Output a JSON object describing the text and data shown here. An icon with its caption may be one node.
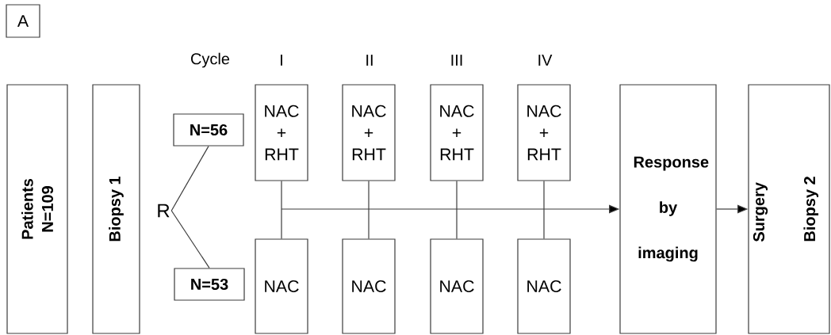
{
  "diagram": {
    "nodes": [
      {
        "text": [
          "A"
        ]
      },
      {
        "text": [
          "Patients N=109"
        ]
      },
      {
        "text": [
          "Biopsy 1"
        ]
      },
      {
        "text": [
          "R"
        ]
      },
      {
        "text": [
          "N=56"
        ]
      },
      {
        "text": [
          "N=53"
        ]
      },
      {
        "text": [
          "NAC + RHT"
        ]
      },
      {
        "text": [
          "NAC + RHT"
        ]
      },
      {
        "text": [
          "NAC + RHT"
        ]
      },
      {
        "text": [
          "NAC + RHT"
        ]
      },
      {
        "text": [
          "NAC"
        ]
      },
      {
        "text": [
          "NAC"
        ]
      },
      {
        "text": [
          "NAC"
        ]
      },
      {
        "text": [
          "NAC"
        ]
      },
      {
        "text": [
          "Response by imaging"
        ]
      },
      {
        "text": [
          "Surgery",
          "Biopsy 2"
        ]
      }
    ],
    "edges": [
      {
        "from": 3,
        "to": 4,
        "arrow": "none"
      },
      {
        "from": 3,
        "to": 5,
        "arrow": "none"
      },
      {
        "from": 6,
        "to": 10,
        "arrow": "none"
      },
      {
        "from": 7,
        "to": 11,
        "arrow": "none"
      },
      {
        "from": 8,
        "to": 12,
        "arrow": "none"
      },
      {
        "from": 9,
        "to": 13,
        "arrow": "none"
      },
      {
        "from": null,
        "to": 14,
        "arrow": "to"
      },
      {
        "from": 14,
        "to": 15,
        "arrow": "to"
      }
    ],
    "labels": [
      "Cycle",
      "I",
      "II",
      "III",
      "IV"
    ]
  }
}
